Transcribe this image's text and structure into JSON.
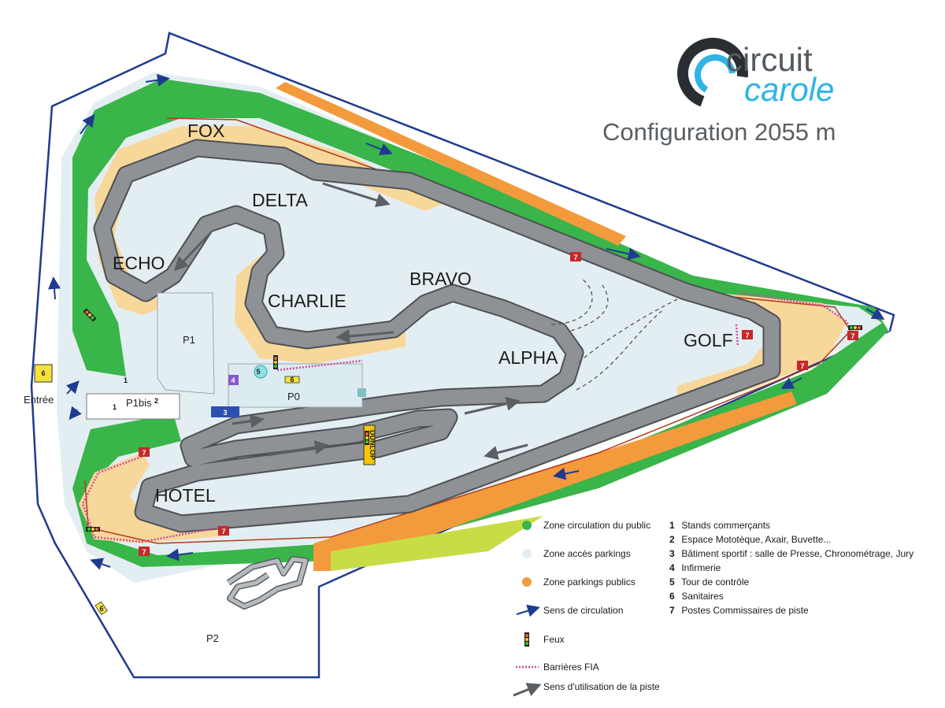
{
  "logo": {
    "word1": "circuit",
    "word2": "carole"
  },
  "title": "Configuration 2055 m",
  "corners": [
    "FOX",
    "DELTA",
    "ECHO",
    "CHARLIE",
    "BRAVO",
    "ALPHA",
    "GOLF",
    "HOTEL"
  ],
  "areas": {
    "p1": "P1",
    "p1bis": "P1bis",
    "p0": "P0",
    "p2": "P2",
    "entrance": "Entrée"
  },
  "sponsor": "DUNLOP",
  "markers": {
    "stand": "1",
    "moto": "2",
    "sport": "3",
    "infirmary": "4",
    "tower": "5",
    "sanitary": "6",
    "marshal": "7"
  },
  "legend_left": [
    {
      "label": "Zone circulation du public",
      "type": "dot",
      "color": "#39b54a"
    },
    {
      "label": "Zone accès parkings",
      "type": "dot",
      "color": "#e3eef2"
    },
    {
      "label": "Zone parkings publics",
      "type": "dot",
      "color": "#f39a3d"
    },
    {
      "label": "Sens de circulation",
      "type": "arrow-blue",
      "color": "#1f3b8f"
    },
    {
      "label": "Feux",
      "type": "light",
      "color": "#a32020"
    },
    {
      "label": "Barrières FIA",
      "type": "dotted",
      "color": "#d04aa0"
    },
    {
      "label": "Sens d'utilisation de la piste",
      "type": "arrow-grey",
      "color": "#5a5f63"
    }
  ],
  "legend_right": [
    {
      "num": "1",
      "label": "Stands commerçants"
    },
    {
      "num": "2",
      "label": "Espace Mototèque, Axair, Buvette..."
    },
    {
      "num": "3",
      "label": "Bâtiment sportif : salle de Presse, Chronométrage, Jury"
    },
    {
      "num": "4",
      "label": "Infirmerie"
    },
    {
      "num": "5",
      "label": "Tour de contrôle"
    },
    {
      "num": "6",
      "label": "Sanitaires"
    },
    {
      "num": "7",
      "label": "Postes Commissaires de piste"
    }
  ],
  "colors": {
    "green": "#39b54a",
    "orange": "#f39a3d",
    "sand": "#f8d79a",
    "track": "#8e9296",
    "track_edge": "#4d5154",
    "access": "#e3eef2",
    "border_blue": "#1f3b8f",
    "marshal_red": "#c62828"
  }
}
